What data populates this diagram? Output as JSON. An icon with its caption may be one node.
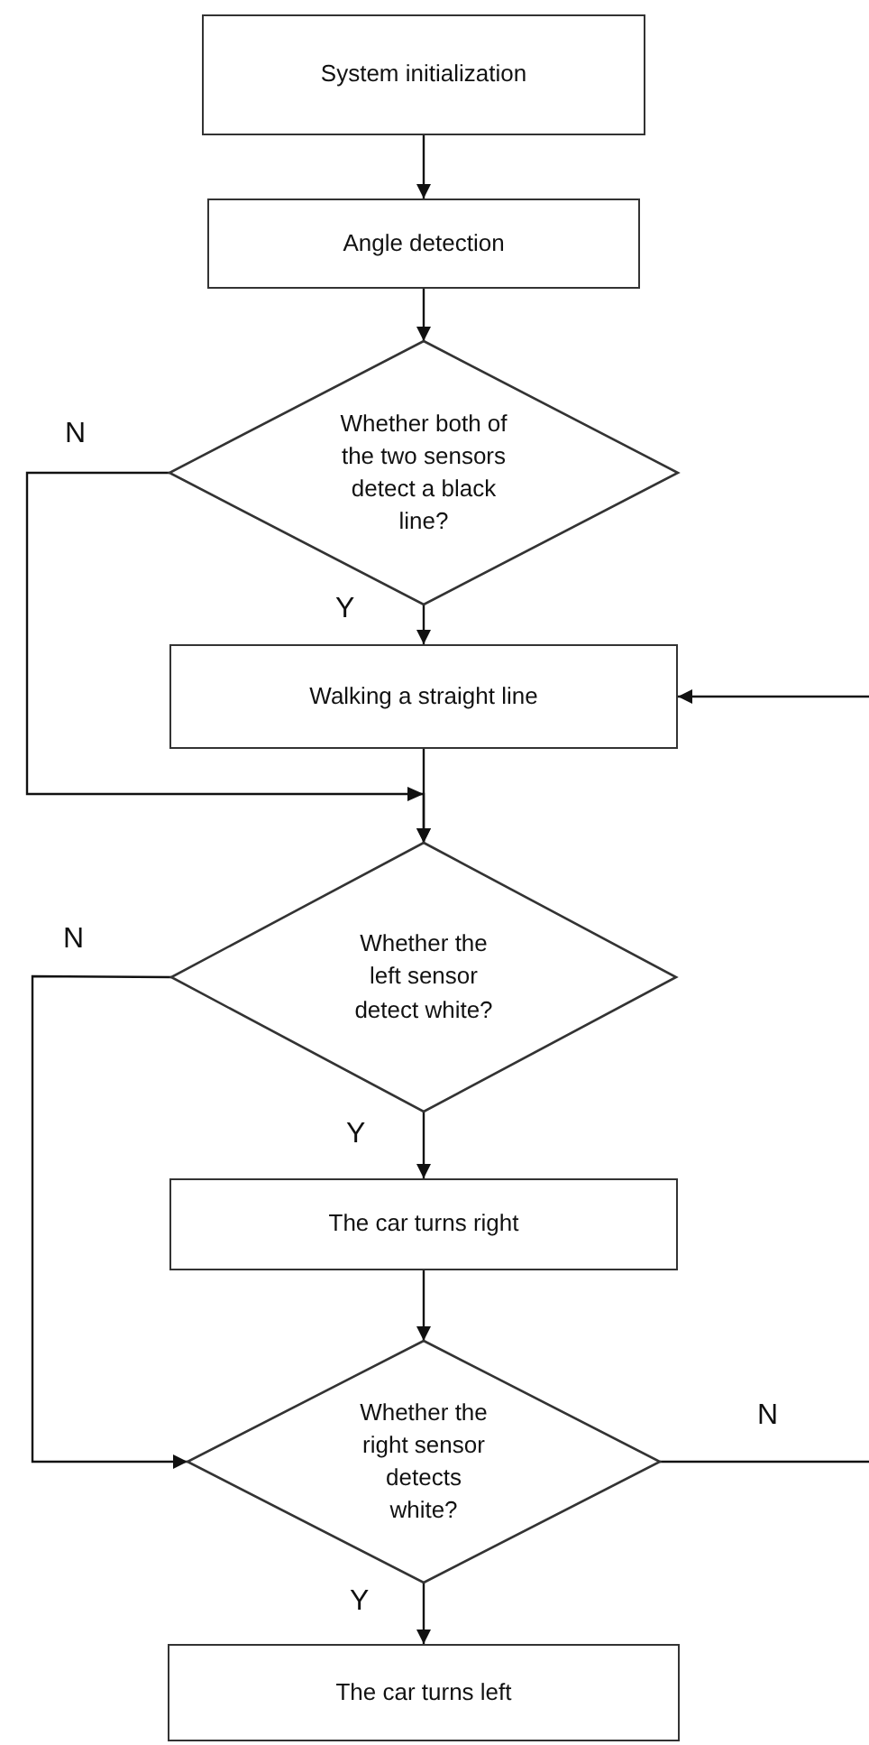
{
  "diagram": {
    "nodes": [
      {
        "text": [
          "System initialization"
        ]
      },
      {
        "text": [
          "Angle detection"
        ]
      },
      {
        "text": [
          "Whether both of the two sensors detect a black line?"
        ]
      },
      {
        "text": [
          "Walking a straight line"
        ]
      },
      {
        "text": [
          "Whether the left sensor detect white?"
        ]
      },
      {
        "text": [
          "The car turns right"
        ]
      },
      {
        "text": [
          "Whether the right sensor detects white?"
        ]
      },
      {
        "text": [
          "The car turns left"
        ]
      }
    ],
    "edges": [
      {
        "from": 0,
        "to": 1,
        "arrow": "to"
      },
      {
        "from": 1,
        "to": 2,
        "arrow": "to"
      },
      {
        "from": 2,
        "to": 3,
        "arrow": "to",
        "label": "Y"
      },
      {
        "from": 2,
        "to": 4,
        "arrow": "to",
        "label": "N"
      },
      {
        "from": 3,
        "to": 4,
        "arrow": "to"
      },
      {
        "from": 4,
        "to": 6,
        "arrow": "to",
        "label": "N"
      },
      {
        "from": 4,
        "to": 5,
        "arrow": "to",
        "label": "Y"
      },
      {
        "from": 5,
        "to": 6,
        "arrow": "to"
      },
      {
        "from": 6,
        "to": 7,
        "arrow": "to",
        "label": "Y"
      },
      {
        "from": 6,
        "to": null,
        "arrow": "none",
        "label": "N"
      },
      {
        "from": null,
        "to": 3,
        "arrow": "to"
      }
    ]
  }
}
